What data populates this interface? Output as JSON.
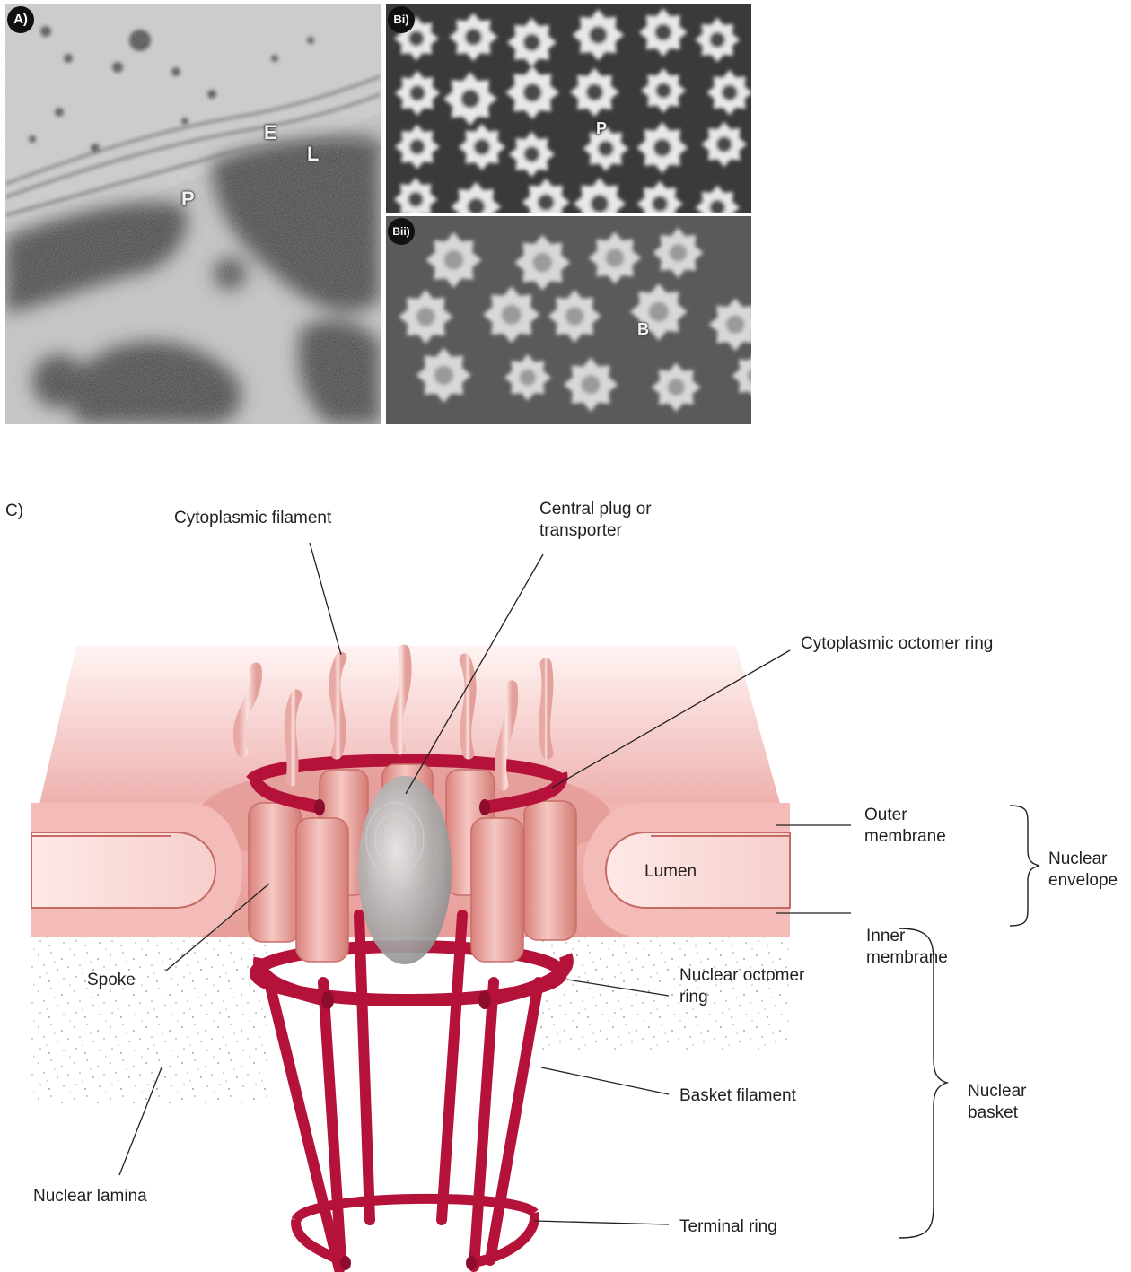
{
  "panels": {
    "A": {
      "badge": "A)",
      "labels": {
        "E": "E",
        "L": "L",
        "P": "P"
      }
    },
    "Bi": {
      "badge": "Bi)",
      "labels": {
        "P": "P"
      }
    },
    "Bii": {
      "badge": "Bii)",
      "labels": {
        "B": "B"
      }
    }
  },
  "diagram": {
    "panel_label": "C)",
    "labels": {
      "cytoplasmic_filament": "Cytoplasmic filament",
      "central_plug": "Central plug or\ntransporter",
      "cytoplasmic_octomer_ring": "Cytoplasmic octomer ring",
      "outer_membrane": "Outer\nmembrane",
      "lumen": "Lumen",
      "inner_membrane": "Inner\nmembrane",
      "nuclear_envelope": "Nuclear\nenvelope",
      "spoke": "Spoke",
      "nuclear_octomer_ring": "Nuclear octomer\nring",
      "basket_filament": "Basket filament",
      "nuclear_basket": "Nuclear\nbasket",
      "nuclear_lamina": "Nuclear lamina",
      "terminal_ring": "Terminal ring"
    },
    "colors": {
      "ring_red": "#b5123a",
      "membrane_pink": "#f0aaa8",
      "spoke_pink": "#e79791",
      "filament_pink": "#f3c3c0",
      "plug_gray": "#8f8f8f"
    }
  }
}
